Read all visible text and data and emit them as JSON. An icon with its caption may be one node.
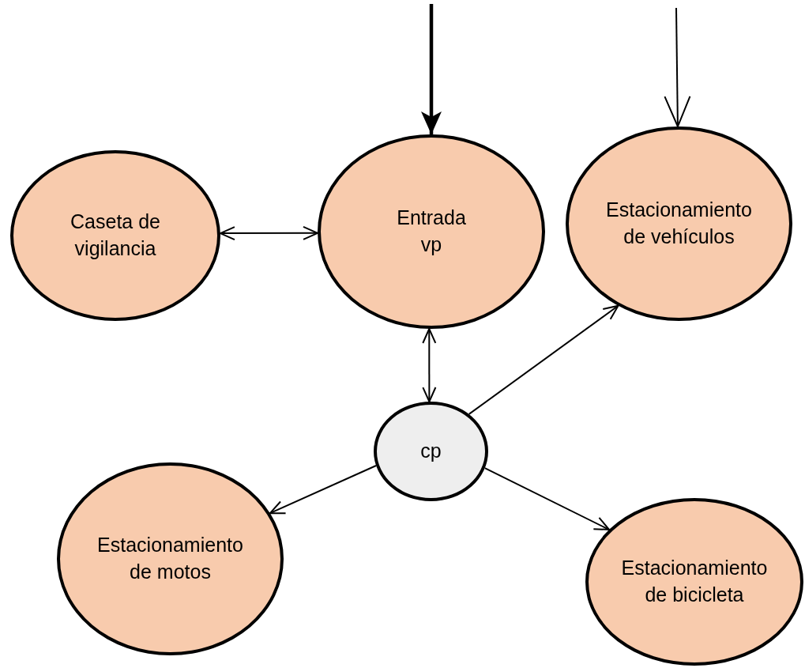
{
  "diagram": {
    "nodes": [
      {
        "text": [
          "Caseta de vigilancia"
        ]
      },
      {
        "text": [
          "Entrada vp"
        ]
      },
      {
        "text": [
          "Estacionamiento de vehículos"
        ]
      },
      {
        "text": [
          "cp"
        ]
      },
      {
        "text": [
          "Estacionamiento de motos"
        ]
      },
      {
        "text": [
          "Estacionamiento de bicicleta"
        ]
      }
    ],
    "edges": [
      {
        "from": null,
        "to": 1,
        "arrow": "to",
        "style": "thick"
      },
      {
        "from": null,
        "to": 2,
        "arrow": "to"
      },
      {
        "from": 0,
        "to": 1,
        "arrow": "both"
      },
      {
        "from": 1,
        "to": 3,
        "arrow": "both"
      },
      {
        "from": 3,
        "to": 2,
        "arrow": "to"
      },
      {
        "from": 3,
        "to": 4,
        "arrow": "to"
      },
      {
        "from": 3,
        "to": 5,
        "arrow": "to"
      }
    ]
  }
}
